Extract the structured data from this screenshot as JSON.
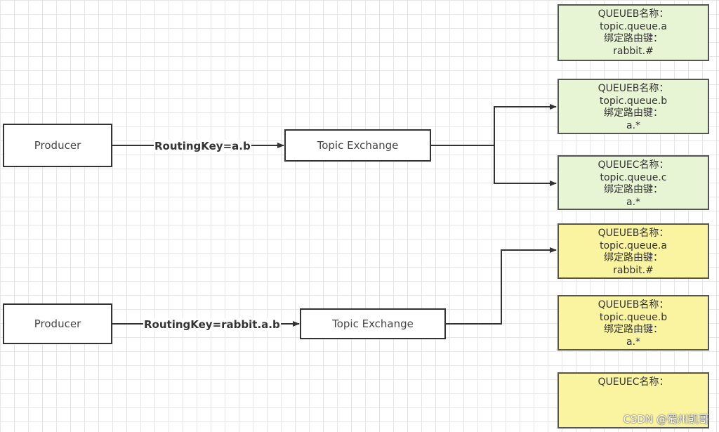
{
  "colors": {
    "queue_green": "#e8f5d4",
    "queue_yellow": "#faf3a0"
  },
  "top_flow": {
    "producer_label": "Producer",
    "routing_key": "RoutingKey=a.b",
    "exchange_label": "Topic Exchange"
  },
  "bottom_flow": {
    "producer_label": "Producer",
    "routing_key": "RoutingKey=rabbit.a.b",
    "exchange_label": "Topic Exchange"
  },
  "queues": [
    {
      "lines": [
        "QUEUEB名称：",
        "topic.queue.a",
        "绑定路由键：",
        "rabbit.#"
      ],
      "color": "green"
    },
    {
      "lines": [
        "QUEUEB名称：",
        "topic.queue.b",
        "绑定路由键：",
        "a.*"
      ],
      "color": "green"
    },
    {
      "lines": [
        "QUEUEC名称：",
        "topic.queue.c",
        "绑定路由键：",
        "a.*"
      ],
      "color": "green"
    },
    {
      "lines": [
        "QUEUEB名称：",
        "topic.queue.a",
        "绑定路由键：",
        "rabbit.#"
      ],
      "color": "yellow"
    },
    {
      "lines": [
        "QUEUEB名称：",
        "topic.queue.b",
        "绑定路由键：",
        "a.*"
      ],
      "color": "yellow"
    },
    {
      "lines": [
        "QUEUEC名称："
      ],
      "color": "yellow"
    }
  ],
  "watermark": "CSDN @蜀州凯哥"
}
